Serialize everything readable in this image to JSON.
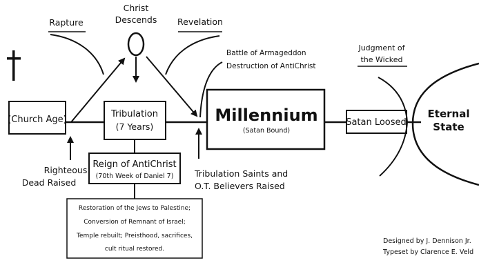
{
  "timeline": {
    "church_age": "(Church Age)",
    "tribulation": {
      "title": "Tribulation",
      "sub": "(7 Years)"
    },
    "millennium": {
      "title": "Millennium",
      "sub": "(Satan Bound)"
    },
    "satan_loosed": "Satan Loosed",
    "eternal_state": {
      "line1": "Eternal",
      "line2": "State"
    }
  },
  "labels": {
    "rapture": "Rapture",
    "christ_descends": {
      "line1": "Christ",
      "line2": "Descends"
    },
    "revelation": "Revelation",
    "armageddon": {
      "line1": "Battle of Armageddon",
      "line2": "Destruction of AntiChrist"
    },
    "judgment": {
      "line1": "Judgment of",
      "line2": "the Wicked"
    },
    "righteous": {
      "line1": "Righteous",
      "line2": "Dead Raised"
    },
    "trib_saints": {
      "line1": "Tribulation Saints and",
      "line2": "O.T. Believers Raised"
    }
  },
  "antichrist": {
    "title": "Reign of AntiChrist",
    "sub": "(70th Week of Daniel 7)"
  },
  "notes": [
    "Restoration of the Jews to Palestine;",
    "Conversion of Remnant of Israel;",
    "Temple rebuilt; Preisthood, sacrifices,",
    "cult ritual restored."
  ],
  "credits": {
    "designed": "Designed by  J. Dennison Jr.",
    "typeset": "Typeset by  Clarence E. Veld"
  }
}
